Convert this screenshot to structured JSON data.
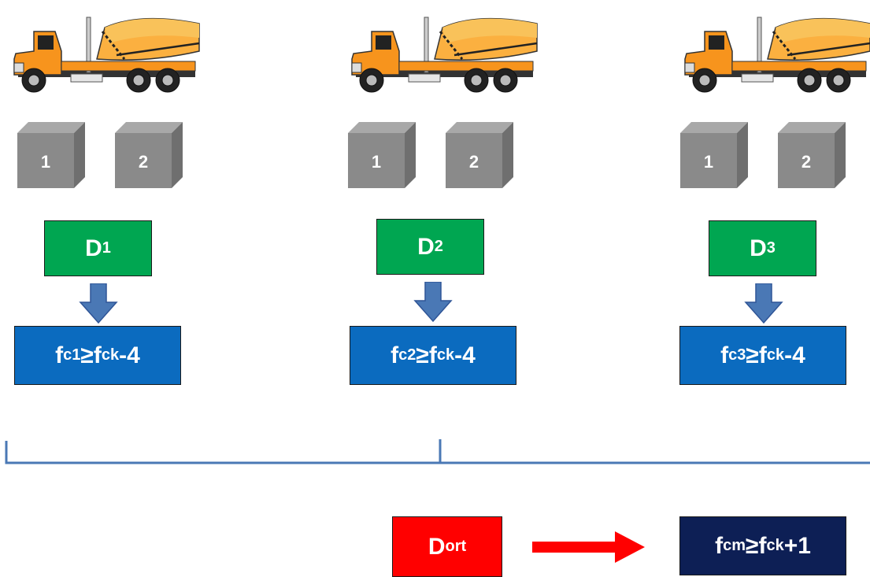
{
  "colors": {
    "green_box": "#00a651",
    "blue_box": "#0b6bbf",
    "red_box": "#ff0000",
    "navy_box": "#0d1f55",
    "arrow_blue": "#4a78b5",
    "arrow_red": "#ff0000",
    "bracket": "#4a78b5",
    "cube_gray": "#8a8a8a",
    "truck_orange": "#f7941d",
    "truck_drum": "#fbb040"
  },
  "columns": [
    {
      "cubes": [
        "1",
        "2"
      ],
      "sample": {
        "main": "D",
        "sub": "1"
      },
      "condition": {
        "f": "f",
        "sub1": "c1",
        "rel": "≥f",
        "sub2": "ck",
        "tail": "-4"
      }
    },
    {
      "cubes": [
        "1",
        "2"
      ],
      "sample": {
        "main": "D",
        "sub": "2"
      },
      "condition": {
        "f": "f",
        "sub1": "c2",
        "rel": "≥f",
        "sub2": "ck",
        "tail": "-4"
      }
    },
    {
      "cubes": [
        "1",
        "2"
      ],
      "sample": {
        "main": "D",
        "sub": "3"
      },
      "condition": {
        "f": "f",
        "sub1": "c3",
        "rel": "≥f",
        "sub2": "ck",
        "tail": "-4"
      }
    }
  ],
  "average": {
    "main": "D",
    "sub": "ort"
  },
  "final": {
    "f": "f",
    "sub1": "cm",
    "rel": "≥f",
    "sub2": "ck",
    "tail": "+1"
  }
}
